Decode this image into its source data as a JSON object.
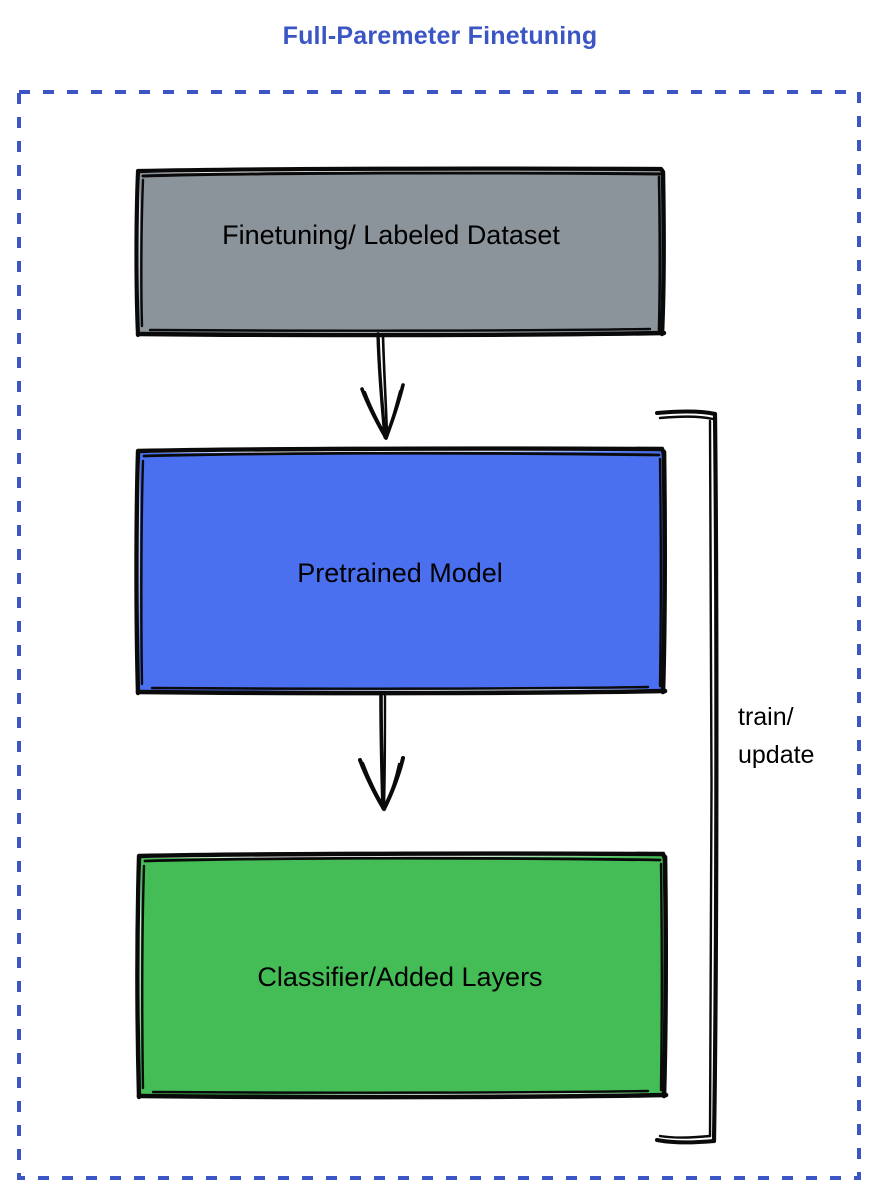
{
  "diagram": {
    "title": "Full-Paremeter Finetuning",
    "title_color": "#3b56c4",
    "background": "#ffffff",
    "boundary": {
      "name": "dashed-container",
      "style": "dashed",
      "color": "#3b56c4"
    },
    "nodes": [
      {
        "id": "dataset",
        "label": "Finetuning/ Labeled Dataset",
        "fill": "#8b939b",
        "stroke": "#000000",
        "shape": "rectangle"
      },
      {
        "id": "pretrained",
        "label": "Pretrained Model",
        "fill": "#4a70f0",
        "stroke": "#000000",
        "shape": "rectangle"
      },
      {
        "id": "classifier",
        "label": "Classifier/Added Layers",
        "fill": "#44bd56",
        "stroke": "#000000",
        "shape": "rectangle"
      }
    ],
    "edges": [
      {
        "id": "dataset-to-pretrained",
        "from": "dataset",
        "to": "pretrained",
        "label": "",
        "arrow": "down"
      },
      {
        "id": "pretrained-to-classifier",
        "from": "pretrained",
        "to": "classifier",
        "label": "",
        "arrow": "down"
      },
      {
        "id": "feedback-loop",
        "from": "classifier",
        "to": "pretrained",
        "label_line1": "train/",
        "label_line2": "update",
        "arrow": "none"
      }
    ]
  }
}
